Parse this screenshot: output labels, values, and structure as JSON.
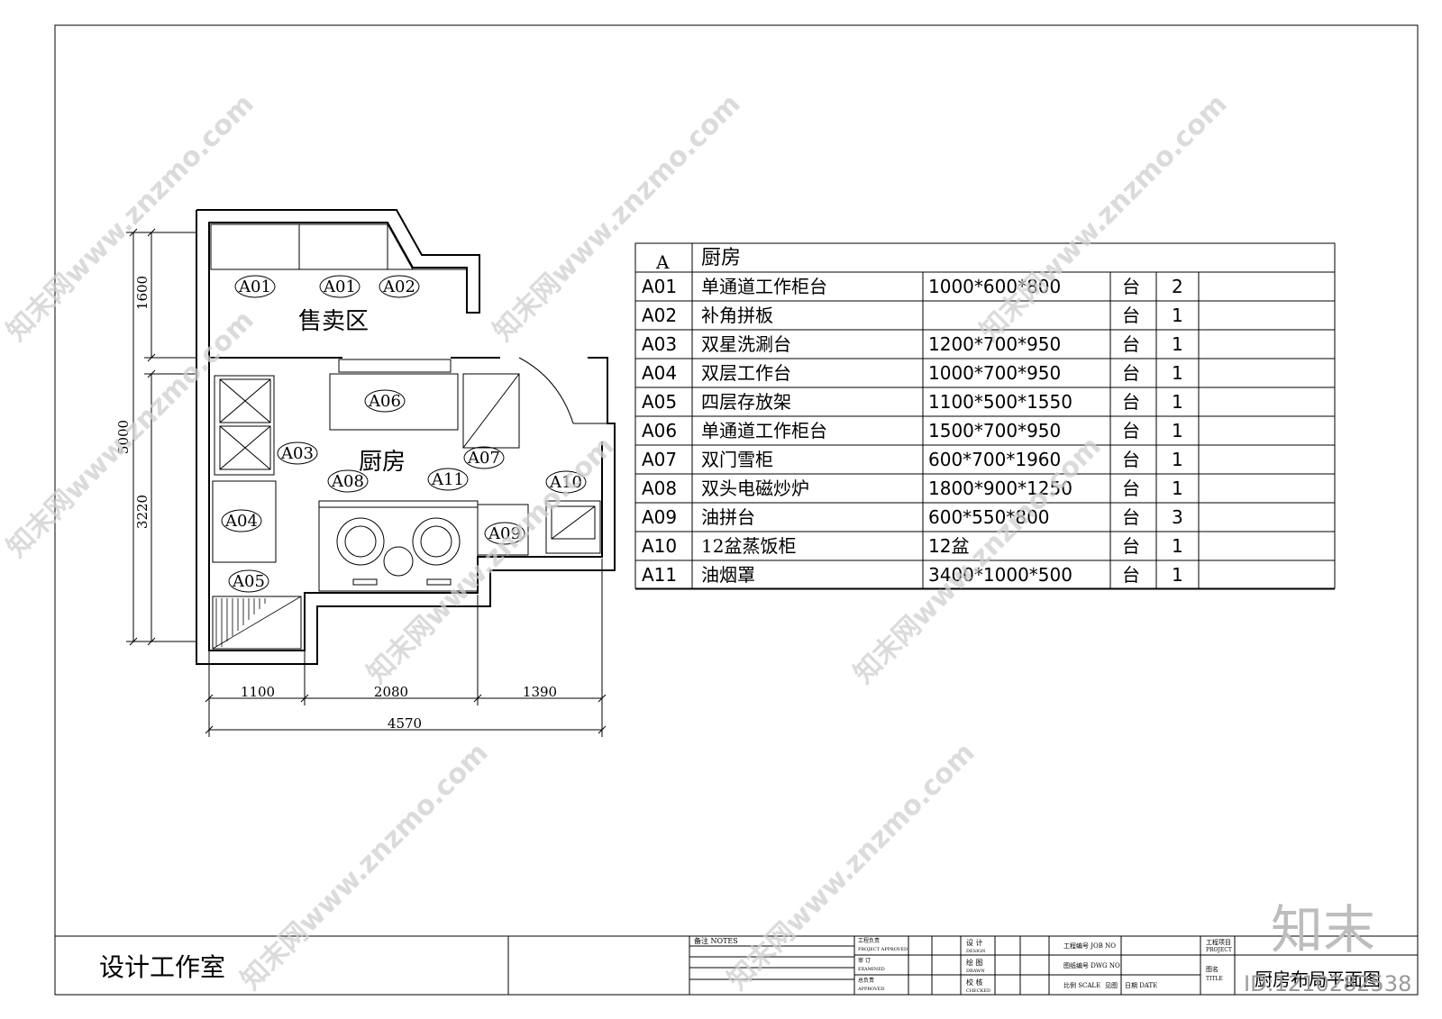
{
  "plan": {
    "sales_area_label": "售卖区",
    "kitchen_label": "厨房",
    "tags": [
      "A01",
      "A01",
      "A02",
      "A03",
      "A04",
      "A05",
      "A06",
      "A07",
      "A08",
      "A09",
      "A10",
      "A11"
    ],
    "dims": {
      "left_total": "5000",
      "left_upper": "1600",
      "left_lower": "3220",
      "bottom_1": "1100",
      "bottom_2": "2080",
      "bottom_3": "1390",
      "bottom_total": "4570"
    }
  },
  "equipment_table": {
    "section_code": "A",
    "section_name": "厨房",
    "rows": [
      {
        "code": "A01",
        "name": "单通道工作柜台",
        "spec": "1000*600*800",
        "unit": "台",
        "qty": "2"
      },
      {
        "code": "A02",
        "name": "补角拼板",
        "spec": "",
        "unit": "台",
        "qty": "1"
      },
      {
        "code": "A03",
        "name": "双星洗涮台",
        "spec": "1200*700*950",
        "unit": "台",
        "qty": "1"
      },
      {
        "code": "A04",
        "name": "双层工作台",
        "spec": "1000*700*950",
        "unit": "台",
        "qty": "1"
      },
      {
        "code": "A05",
        "name": "四层存放架",
        "spec": "1100*500*1550",
        "unit": "台",
        "qty": "1"
      },
      {
        "code": "A06",
        "name": "单通道工作柜台",
        "spec": "1500*700*950",
        "unit": "台",
        "qty": "1"
      },
      {
        "code": "A07",
        "name": "双门雪柜",
        "spec": "600*700*1960",
        "unit": "台",
        "qty": "1"
      },
      {
        "code": "A08",
        "name": "双头电磁炒炉",
        "spec": "1800*900*1250",
        "unit": "台",
        "qty": "1"
      },
      {
        "code": "A09",
        "name": "油拼台",
        "spec": "600*550*800",
        "unit": "台",
        "qty": "3"
      },
      {
        "code": "A10",
        "name": "12盆蒸饭柜",
        "spec": "12盆",
        "unit": "台",
        "qty": "1"
      },
      {
        "code": "A11",
        "name": "油烟罩",
        "spec": "3400*1000*500",
        "unit": "台",
        "qty": "1"
      }
    ]
  },
  "title_block": {
    "studio": "设计工作室",
    "notes": "备注 NOTES",
    "project_approved": "工程负责",
    "project_approved_en": "PROJECT APPROVED",
    "examined": "审 订",
    "examined_en": "EXAMINED",
    "approved": "总负责",
    "approved_en": "APPROVED",
    "design": "设 计",
    "design_en": "DESIGN",
    "drawn": "绘 图",
    "drawn_en": "DRAWN",
    "checked": "校 核",
    "checked_en": "CHECKED",
    "job_no": "工程编号 JOB NO",
    "dwg_no": "图纸编号 DWG NO",
    "scale": "比例 SCALE",
    "scale_value": "见图",
    "date": "日期 DATE",
    "project": "工程项目",
    "project_en": "PROJECT",
    "title_label": "图名",
    "title_label_en": "TITLE",
    "drawing_title": "厨房布局平面图"
  },
  "watermark": {
    "text": "知末网www.znzmo.com",
    "logo": "知末",
    "id": "ID:1210282538"
  }
}
